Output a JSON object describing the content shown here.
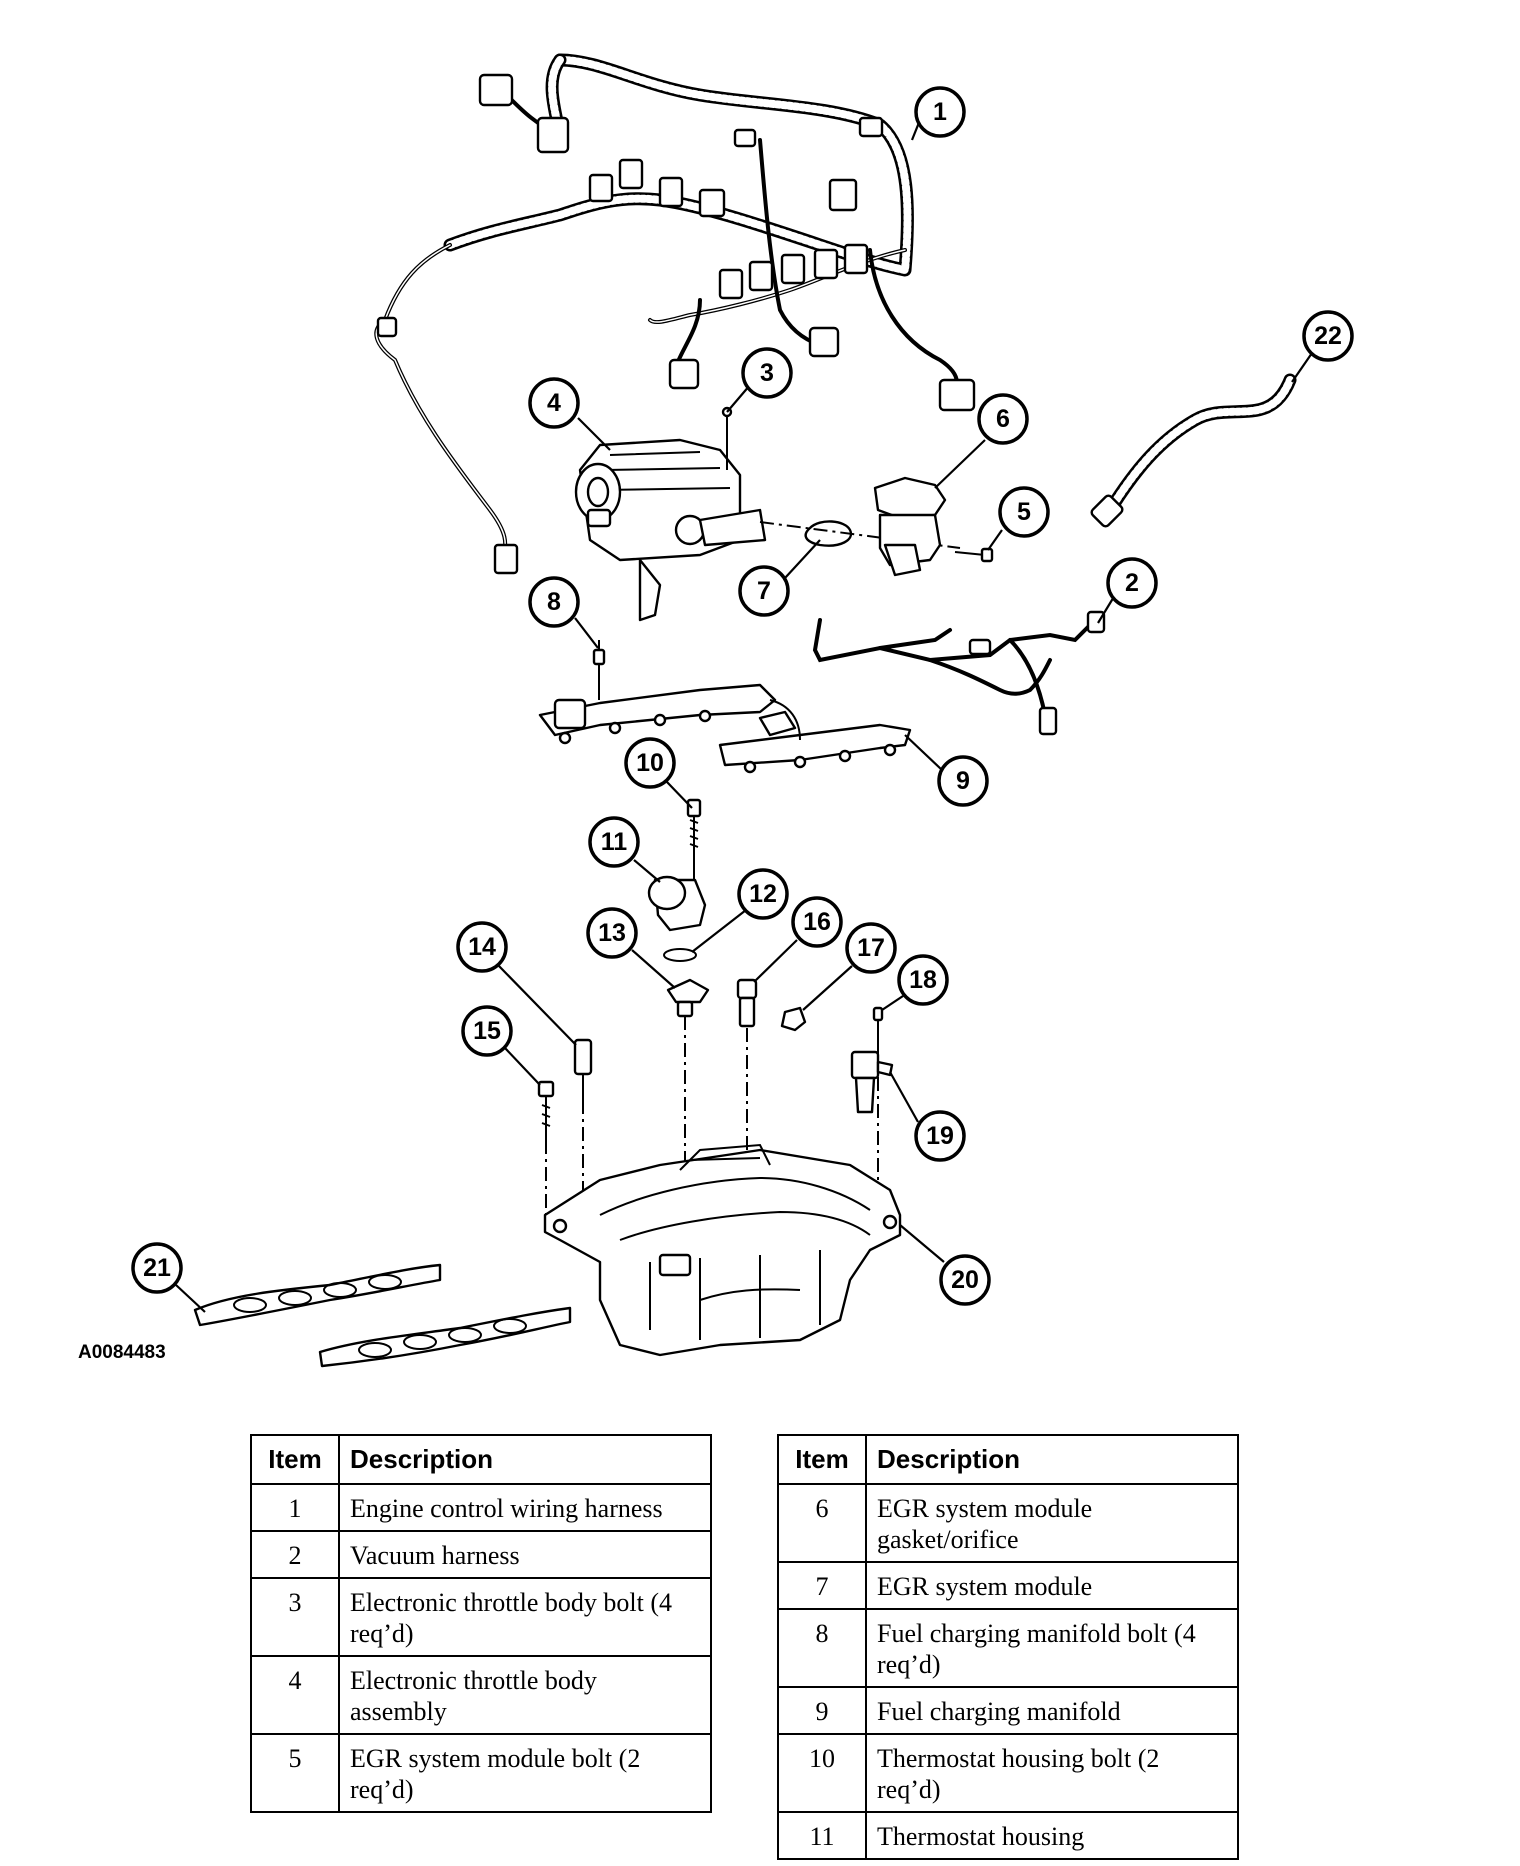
{
  "figure_id": "A0084483",
  "callouts": [
    "1",
    "2",
    "3",
    "4",
    "5",
    "6",
    "7",
    "8",
    "9",
    "10",
    "11",
    "12",
    "13",
    "14",
    "15",
    "16",
    "17",
    "18",
    "19",
    "20",
    "21",
    "22"
  ],
  "table_headers": {
    "item": "Item",
    "description": "Description"
  },
  "table_left": [
    {
      "item": "1",
      "description": "Engine control wiring harness"
    },
    {
      "item": "2",
      "description": "Vacuum harness"
    },
    {
      "item": "3",
      "description": "Electronic throttle body bolt (4 req’d)"
    },
    {
      "item": "4",
      "description": "Electronic throttle body assembly"
    },
    {
      "item": "5",
      "description": "EGR system module bolt (2 req’d)"
    }
  ],
  "table_right": [
    {
      "item": "6",
      "description": "EGR system module gasket/orifice"
    },
    {
      "item": "7",
      "description": "EGR system module"
    },
    {
      "item": "8",
      "description": "Fuel charging manifold bolt (4 req’d)"
    },
    {
      "item": "9",
      "description": "Fuel charging manifold"
    },
    {
      "item": "10",
      "description": "Thermostat housing bolt (2 req’d)"
    },
    {
      "item": "11",
      "description": "Thermostat housing"
    }
  ]
}
